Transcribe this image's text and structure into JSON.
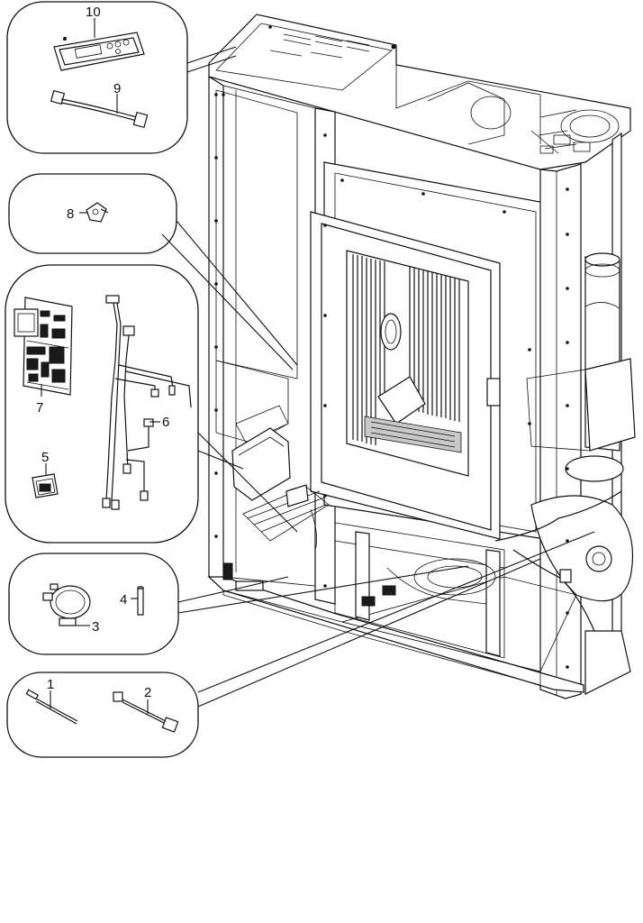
{
  "parts": [
    {
      "id": "p10",
      "label": "10"
    },
    {
      "id": "p9",
      "label": "9"
    },
    {
      "id": "p8",
      "label": "8"
    },
    {
      "id": "p7",
      "label": "7"
    },
    {
      "id": "p6",
      "label": "6"
    },
    {
      "id": "p5",
      "label": "5"
    },
    {
      "id": "p4",
      "label": "4"
    },
    {
      "id": "p3",
      "label": "3"
    },
    {
      "id": "p1",
      "label": "1"
    },
    {
      "id": "p2",
      "label": "2"
    }
  ]
}
